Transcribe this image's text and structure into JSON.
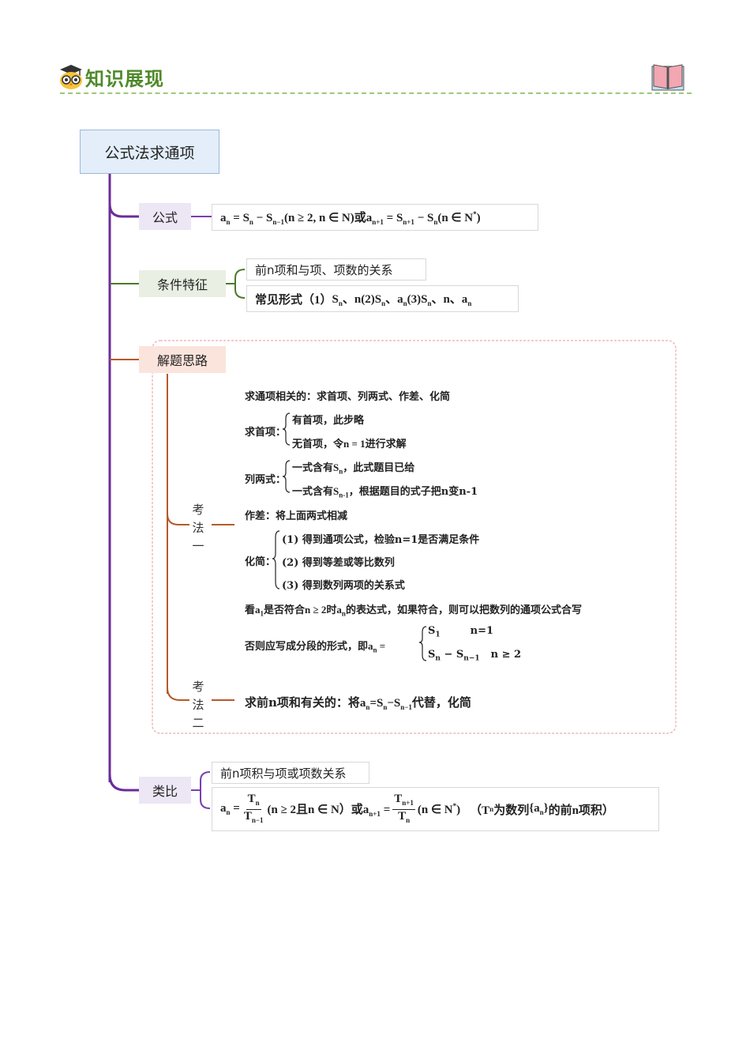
{
  "header": {
    "title": "知识展现"
  },
  "colors": {
    "trunk": "#6a2c9a",
    "formula_branch": "#7b3fb0",
    "condition_branch": "#4d7a2a",
    "method_branch": "#b55a2a",
    "analogy_branch": "#7b3fb0"
  },
  "root": {
    "label": "公式法求通项"
  },
  "formula": {
    "label": "公式"
  },
  "condition": {
    "label": "条件特征",
    "item1": "前n项和与项、项数的关系",
    "item2_prefix": "常见形式（1）"
  },
  "method": {
    "label": "解题思路",
    "method1_label": "考法一",
    "method2_label": "考法二",
    "intro": "求通项相关的：求首项、列两式、作差、化简",
    "first_term_label": "求首项：",
    "first_term_a": "有首项，此步略",
    "first_term_b_prefix": "无首项，令",
    "first_term_b_suffix": "进行求解",
    "two_eq_label": "列两式：",
    "two_eq_a_prefix": "一式含有",
    "two_eq_a_suffix": "，此式题目已给",
    "two_eq_b_prefix": "一式含有",
    "two_eq_b_suffix": "，根据题目的式子把n变n-1",
    "diff": "作差：将上面两式相减",
    "simplify_label": "化简：",
    "simplify_1": "(1) 得到通项公式，检验n=1是否满足条件",
    "simplify_2": "(2) 得到等差或等比数列",
    "simplify_3": "(3) 得到数列两项的关系式",
    "check_prefix": "看",
    "check_mid1": "是否符合",
    "check_mid2": "时",
    "check_suffix": "的表达式，如果符合，则可以把数列的通项公式合写",
    "piecewise_prefix": "否则应写成分段的形式，即",
    "method2_prefix": "求前n项和有关的：将",
    "method2_suffix": "代替，化简"
  },
  "analogy": {
    "label": "类比",
    "item1": "前n项积与项或项数关系",
    "note_prefix": "（T",
    "note_mid": "为数列",
    "note_suffix": "的前n项积）"
  }
}
